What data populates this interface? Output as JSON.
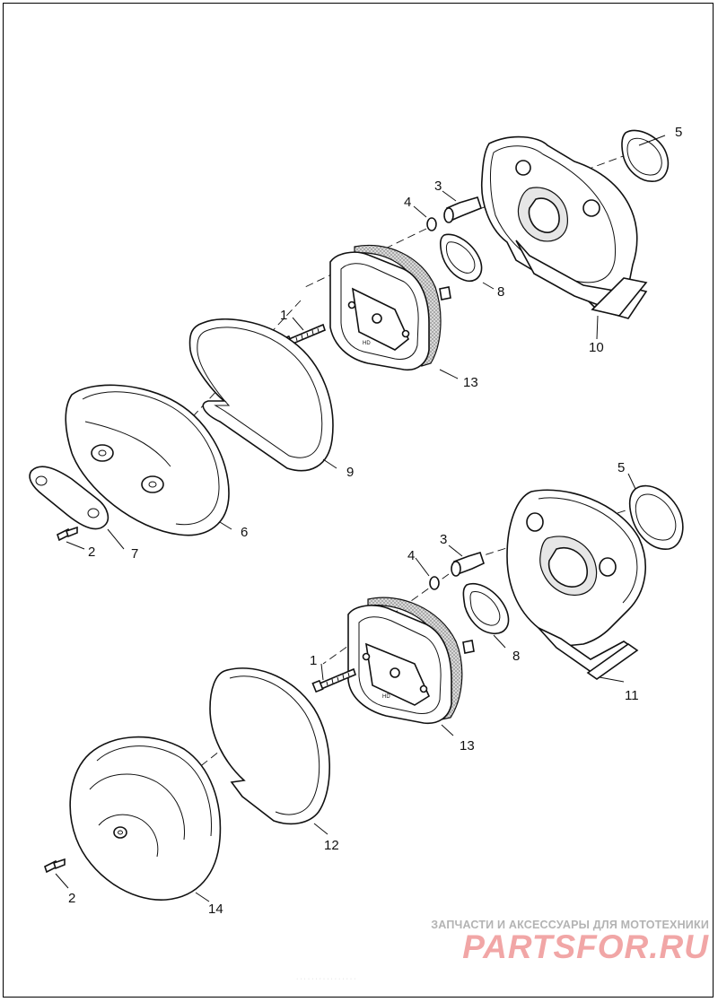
{
  "diagram": {
    "upper_assembly": {
      "callouts": {
        "bolt": "1",
        "screw": "2",
        "breather": "3",
        "o_ring": "4",
        "gasket_back": "5",
        "cover": "6",
        "trim_insert": "7",
        "gasket_filter": "8",
        "seal": "9",
        "backplate": "10",
        "filter": "13"
      }
    },
    "lower_assembly": {
      "callouts": {
        "bolt": "1",
        "screw": "2",
        "breather": "3",
        "o_ring": "4",
        "gasket_back": "5",
        "gasket_filter": "8",
        "backplate": "11",
        "seal": "12",
        "filter": "13",
        "cover": "14"
      }
    },
    "filter_marking": "HD"
  },
  "watermark": {
    "line1": "ЗАПЧАСТИ И АКСЕССУАРЫ ДЛЯ МОТОТЕХНИКИ",
    "line2": "PARTSFOR.RU",
    "color": "#f1a6a6"
  },
  "footer_mark": "· · · · ·  ·  ·  · · · · · · · · ·"
}
